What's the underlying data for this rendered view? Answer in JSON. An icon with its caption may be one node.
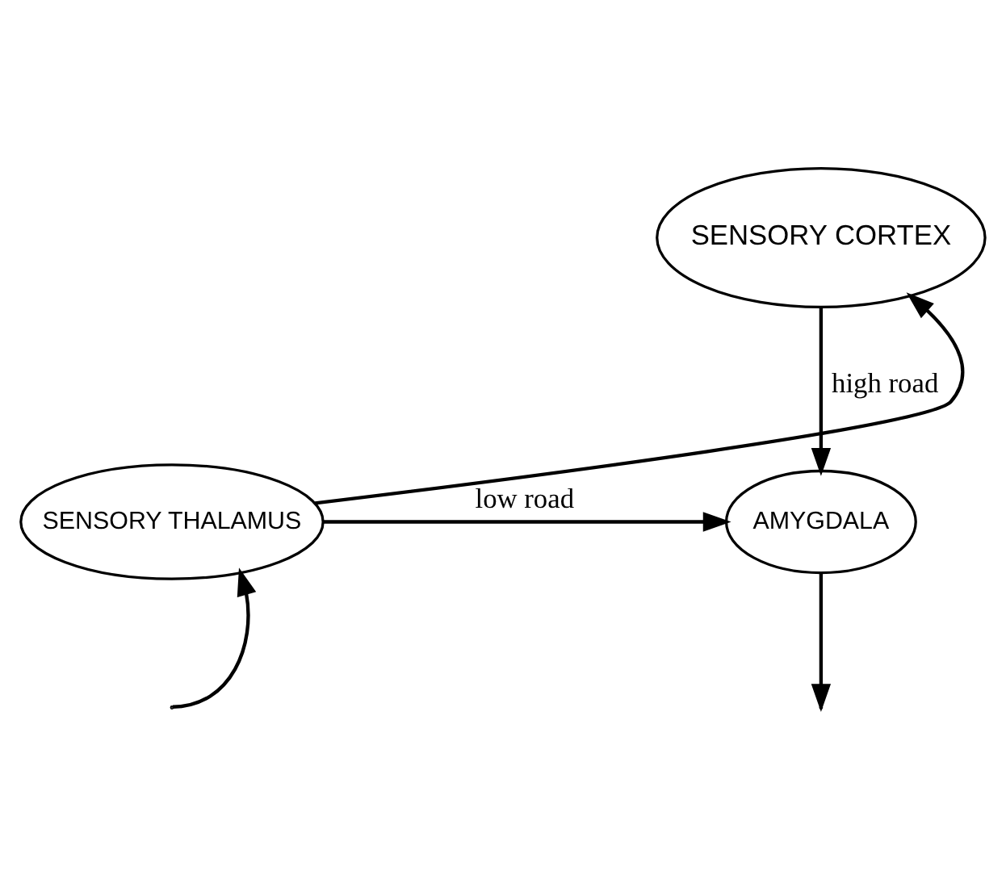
{
  "diagram": {
    "nodes": [
      {
        "text": [
          "SENSORY CORTEX"
        ]
      },
      {
        "text": [
          "SENSORY THALAMUS"
        ]
      },
      {
        "text": [
          "AMYGDALA"
        ]
      }
    ],
    "edges": [
      {
        "from": 1,
        "to": 0,
        "arrow": "to"
      },
      {
        "from": 0,
        "to": 2,
        "arrow": "to",
        "label": "high road"
      },
      {
        "from": 1,
        "to": 2,
        "arrow": "to",
        "label": "low road"
      },
      {
        "from": null,
        "to": 1,
        "arrow": "to"
      },
      {
        "from": 2,
        "to": null,
        "arrow": "to"
      }
    ]
  }
}
